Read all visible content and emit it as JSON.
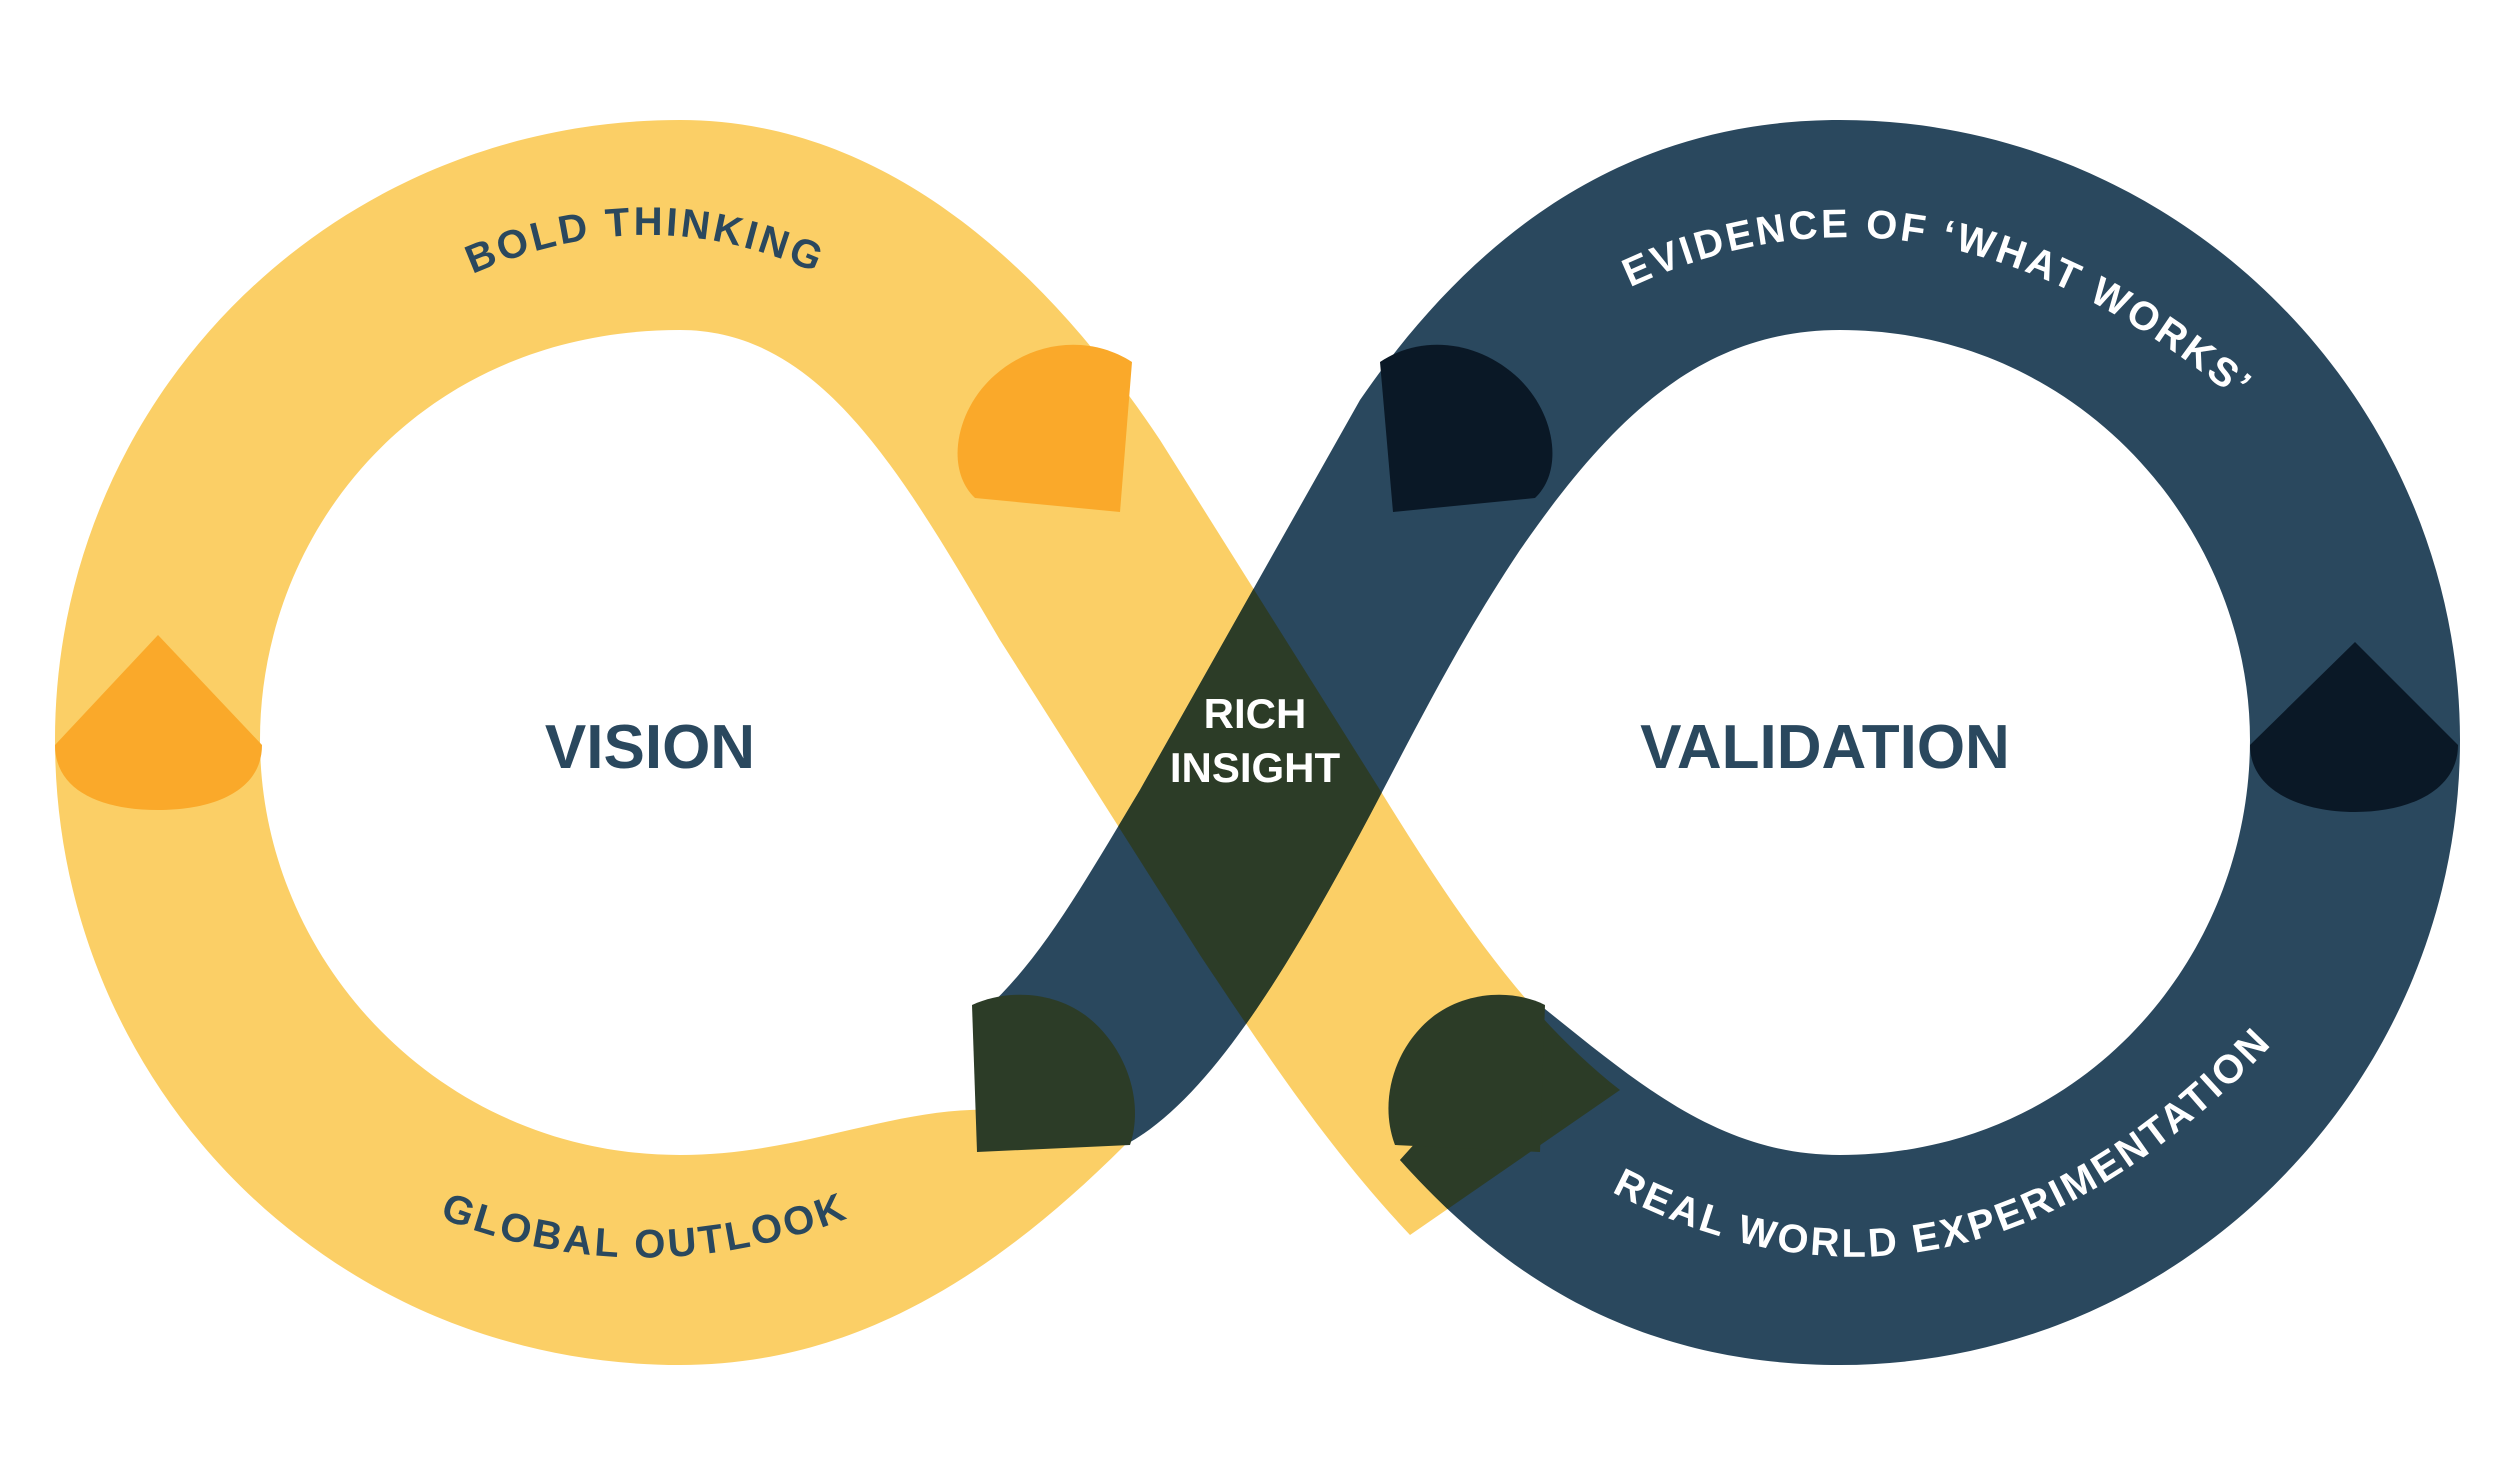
{
  "colors": {
    "background": "#ffffff",
    "yellow_band": "#FBCF66",
    "orange_accent": "#FAA92A",
    "navy_band": "#2A485E",
    "navy_dark_accent": "#0A1826",
    "olive_overlap": "#2C3C27",
    "label_navy": "#2A485E",
    "label_white": "#ffffff"
  },
  "labels": {
    "left_center": "VISION",
    "right_center": "VALIDATION",
    "intersection_line1": "RICH",
    "intersection_line2": "INSIGHT"
  },
  "arc_labels": {
    "top_left": "BOLD THINKING",
    "bottom_left": "GLOBAL OUTLOOK",
    "top_right": "EVIDENCE OF ‘WHAT WORKS’",
    "bottom_right": "REAL WORLD EXPERIMENTATION"
  }
}
